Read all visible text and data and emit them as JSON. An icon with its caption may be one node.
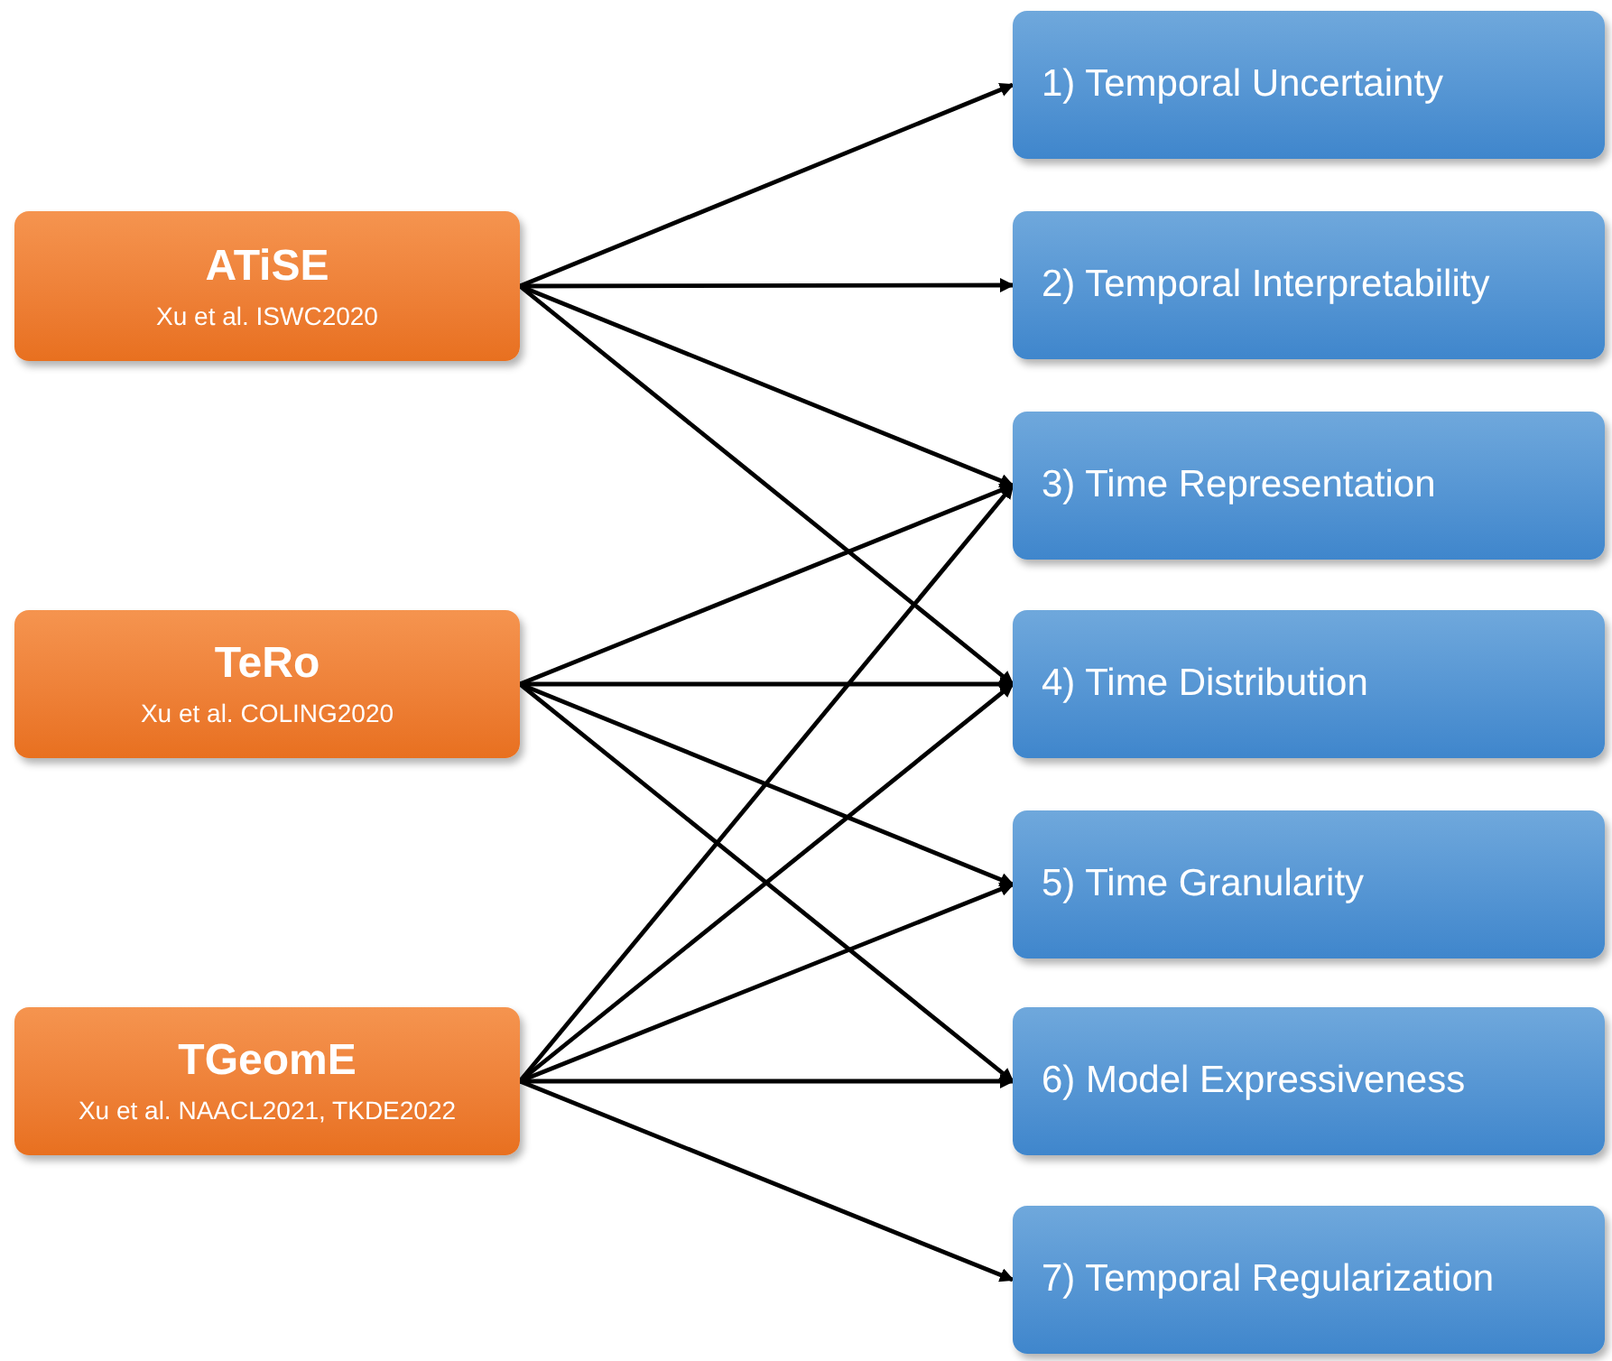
{
  "diagram": {
    "nodes": [
      {
        "text": [
          "ATiSE",
          "Xu et al. ISWC2020"
        ]
      },
      {
        "text": [
          "TeRo",
          "Xu et al. COLING2020"
        ]
      },
      {
        "text": [
          "TGeomE",
          "Xu et al. NAACL2021, TKDE2022"
        ]
      },
      {
        "text": [
          "1) Temporal Uncertainty"
        ]
      },
      {
        "text": [
          "2) Temporal Interpretability"
        ]
      },
      {
        "text": [
          "3) Time Representation"
        ]
      },
      {
        "text": [
          "4) Time Distribution"
        ]
      },
      {
        "text": [
          "5) Time Granularity"
        ]
      },
      {
        "text": [
          "6) Model Expressiveness"
        ]
      },
      {
        "text": [
          "7) Temporal Regularization"
        ]
      }
    ],
    "edges": [
      {
        "from": 0,
        "to": 3,
        "arrow": "to"
      },
      {
        "from": 0,
        "to": 4,
        "arrow": "to"
      },
      {
        "from": 0,
        "to": 5,
        "arrow": "to"
      },
      {
        "from": 0,
        "to": 6,
        "arrow": "to"
      },
      {
        "from": 1,
        "to": 5,
        "arrow": "to"
      },
      {
        "from": 1,
        "to": 6,
        "arrow": "to"
      },
      {
        "from": 1,
        "to": 7,
        "arrow": "to"
      },
      {
        "from": 1,
        "to": 8,
        "arrow": "to"
      },
      {
        "from": 2,
        "to": 5,
        "arrow": "to"
      },
      {
        "from": 2,
        "to": 6,
        "arrow": "to"
      },
      {
        "from": 2,
        "to": 7,
        "arrow": "to"
      },
      {
        "from": 2,
        "to": 8,
        "arrow": "to"
      },
      {
        "from": 2,
        "to": 9,
        "arrow": "to"
      }
    ]
  }
}
